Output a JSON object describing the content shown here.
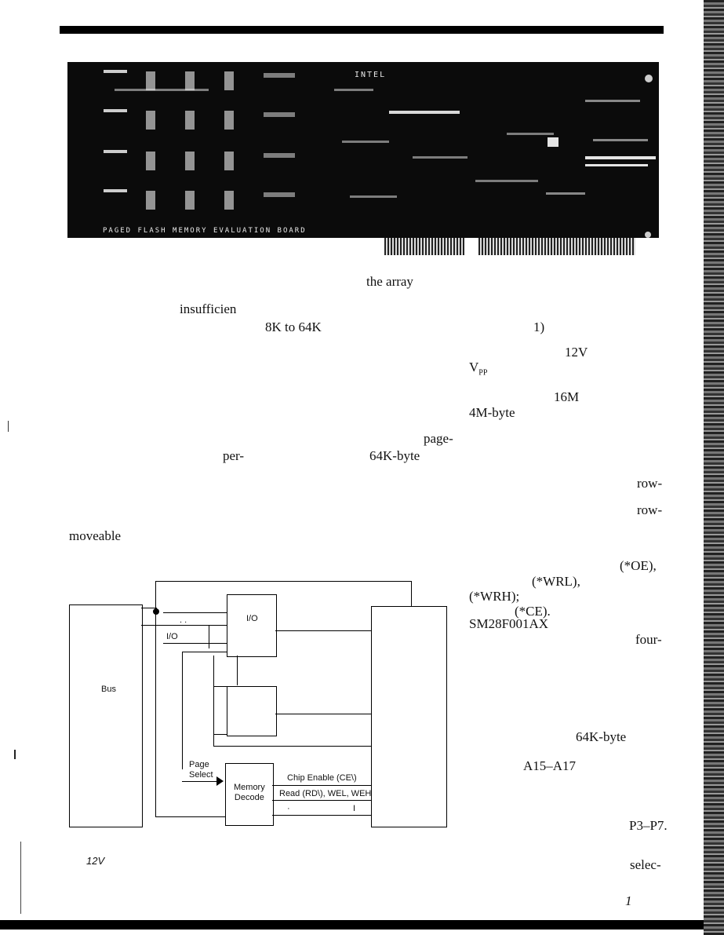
{
  "photo": {
    "board_label": "INTEL",
    "board_caption": "PAGED FLASH MEMORY EVALUATION BOARD"
  },
  "fragments": {
    "f1": "the array",
    "f2": "insufficien",
    "f3": "8K to 64K",
    "f4": "1)",
    "f5": "12V",
    "f6_main": "V",
    "f6_sub": "PP",
    "f7": "16M",
    "f8": "4M-byte",
    "f9": "page-",
    "f10": "per-",
    "f11": "64K-byte",
    "f12": "row-",
    "f13": "row-",
    "f14": "moveable",
    "f15": "(*OE),",
    "f16": "(*WRL),",
    "f17": "(*WRH);",
    "f18": "(*CE).",
    "f19": "SM28F001AX",
    "f20": "four-",
    "f21": "64K-byte",
    "f22": "A15–A17",
    "f23": "P3–P7.",
    "f24": "12V",
    "f25": "selec-",
    "f26": "1"
  },
  "diagram": {
    "io_top": "I/O",
    "io_small": "I/O",
    "dots": ". .",
    "bus": "Bus",
    "page_select": "Page\nSelect",
    "memory_decode": "Memory\nDecode",
    "chip_enable": "Chip Enable (CE\\)",
    "read_line": "Read (RD\\), WEL, WEH",
    "small_dot": "·",
    "small_bar": "I"
  }
}
